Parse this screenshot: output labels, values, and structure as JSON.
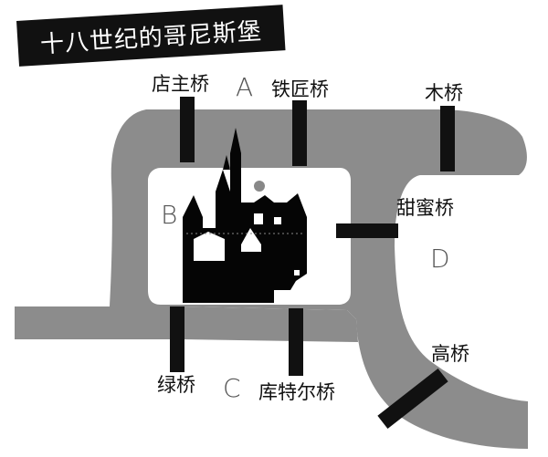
{
  "title": "十八世纪的哥尼斯堡",
  "bridges": {
    "dianzhu": "店主桥",
    "tiejiang": "铁匠桥",
    "mu": "木桥",
    "tianmi": "甜蜜桥",
    "lv": "绿桥",
    "kutener": "库特尔桥",
    "gao": "高桥"
  },
  "regions": {
    "A": "A",
    "B": "B",
    "C": "C",
    "D": "D"
  },
  "colors": {
    "river": "#8c8c8c",
    "bridge": "#111111",
    "banner": "#111111",
    "castle": "#050505",
    "land": "#ffffff"
  }
}
